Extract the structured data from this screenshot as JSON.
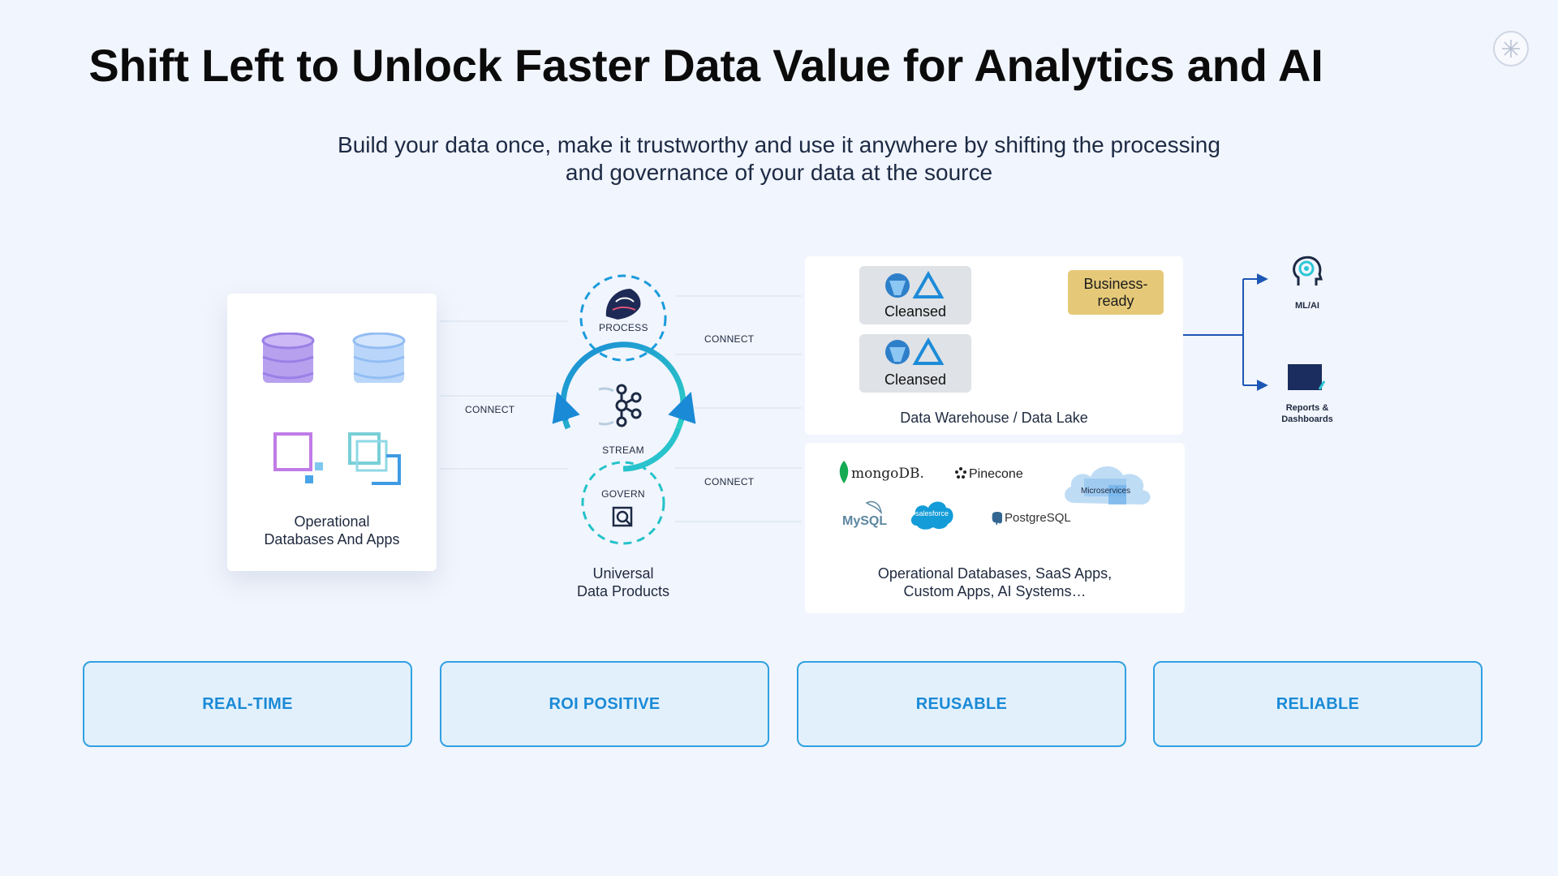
{
  "title": "Shift Left to Unlock Faster Data Value for Analytics and AI",
  "subtitle": {
    "line1": "Build your data once, make it trustworthy and use it anywhere by shifting the processing",
    "line2": "and governance of your data at the source"
  },
  "sources": {
    "caption_line1": "Operational",
    "caption_line2": "Databases And Apps",
    "icons": [
      "database-icon-purple",
      "database-icon-blue",
      "app-square-icon-purple",
      "app-stack-icon-teal"
    ]
  },
  "connect_labels": {
    "left": "CONNECT",
    "right_top": "CONNECT",
    "right_bottom": "CONNECT"
  },
  "hub": {
    "process": "PROCESS",
    "stream": "STREAM",
    "govern": "GOVERN",
    "caption_line1": "Universal",
    "caption_line2": "Data Products"
  },
  "warehouse": {
    "cleansed_1": "Cleansed",
    "cleansed_2": "Cleansed",
    "business_ready_line1": "Business-",
    "business_ready_line2": "ready",
    "caption": "Data Warehouse / Data Lake"
  },
  "operational_targets": {
    "logos": {
      "mongodb": "mongoDB.",
      "pinecone": "Pinecone",
      "microservices": "Microservices",
      "mysql": "MySQL",
      "salesforce": "salesforce",
      "postgresql": "PostgreSQL"
    },
    "caption_line1": "Operational Databases, SaaS Apps,",
    "caption_line2": "Custom Apps, AI Systems…"
  },
  "outputs": {
    "mlai": "ML/AI",
    "reports_line1": "Reports &",
    "reports_line2": "Dashboards"
  },
  "benefits": [
    "REAL-TIME",
    "ROI POSITIVE",
    "REUSABLE",
    "RELIABLE"
  ],
  "colors": {
    "background": "#f1f5fd",
    "accent_blue": "#1a8ad6",
    "pill_fill": "#e2f0fc",
    "business_ready": "#e6c978",
    "arrow_gold": "#b8921c",
    "output_line": "#1d57b5"
  }
}
